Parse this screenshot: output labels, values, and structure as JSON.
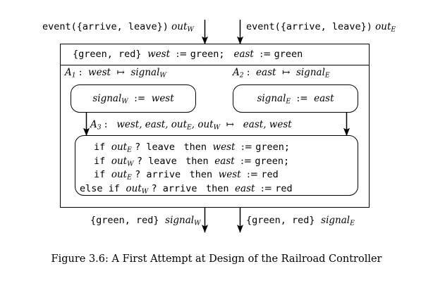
{
  "figure": {
    "caption": "Figure 3.6: A First Attempt at Design of the Railroad Controller",
    "inputs": [
      {
        "id": "out_W",
        "type_set": "{arrive, leave}",
        "prefix": "event(",
        "suffix": ")",
        "signal": "out",
        "sub": "W"
      },
      {
        "id": "out_E",
        "type_set": "{arrive, leave}",
        "prefix": "event(",
        "suffix": ")",
        "signal": "out",
        "sub": "E"
      }
    ],
    "outputs": [
      {
        "id": "signal_W",
        "type_set": "{green, red}",
        "signal": "signal",
        "sub": "W"
      },
      {
        "id": "signal_E",
        "type_set": "{green, red}",
        "signal": "signal",
        "sub": "E"
      }
    ],
    "state_declaration": {
      "type_set": "{green, red}",
      "assignments": "west := green;  east := green"
    },
    "actions": [
      {
        "name": "A1",
        "subscript": "1",
        "guard": "west",
        "maps_to": "↦",
        "target": "signal_W",
        "body": "signal_W := west"
      },
      {
        "name": "A2",
        "subscript": "2",
        "guard": "east",
        "maps_to": "↦",
        "target": "signal_E",
        "body": "signal_E := east"
      },
      {
        "name": "A3",
        "subscript": "3",
        "guard": "west, east, out_E, out_W",
        "maps_to": "↦",
        "target": "east, west",
        "body_lines": [
          "if out_E ? leave then west := green;",
          "if out_W ? leave then east := green;",
          "if out_E ? arrive then west := red",
          "else if out_W ? arrive then east := red"
        ]
      }
    ],
    "colors": {
      "line": "#000000",
      "background": "#ffffff",
      "text": "#000000"
    }
  }
}
